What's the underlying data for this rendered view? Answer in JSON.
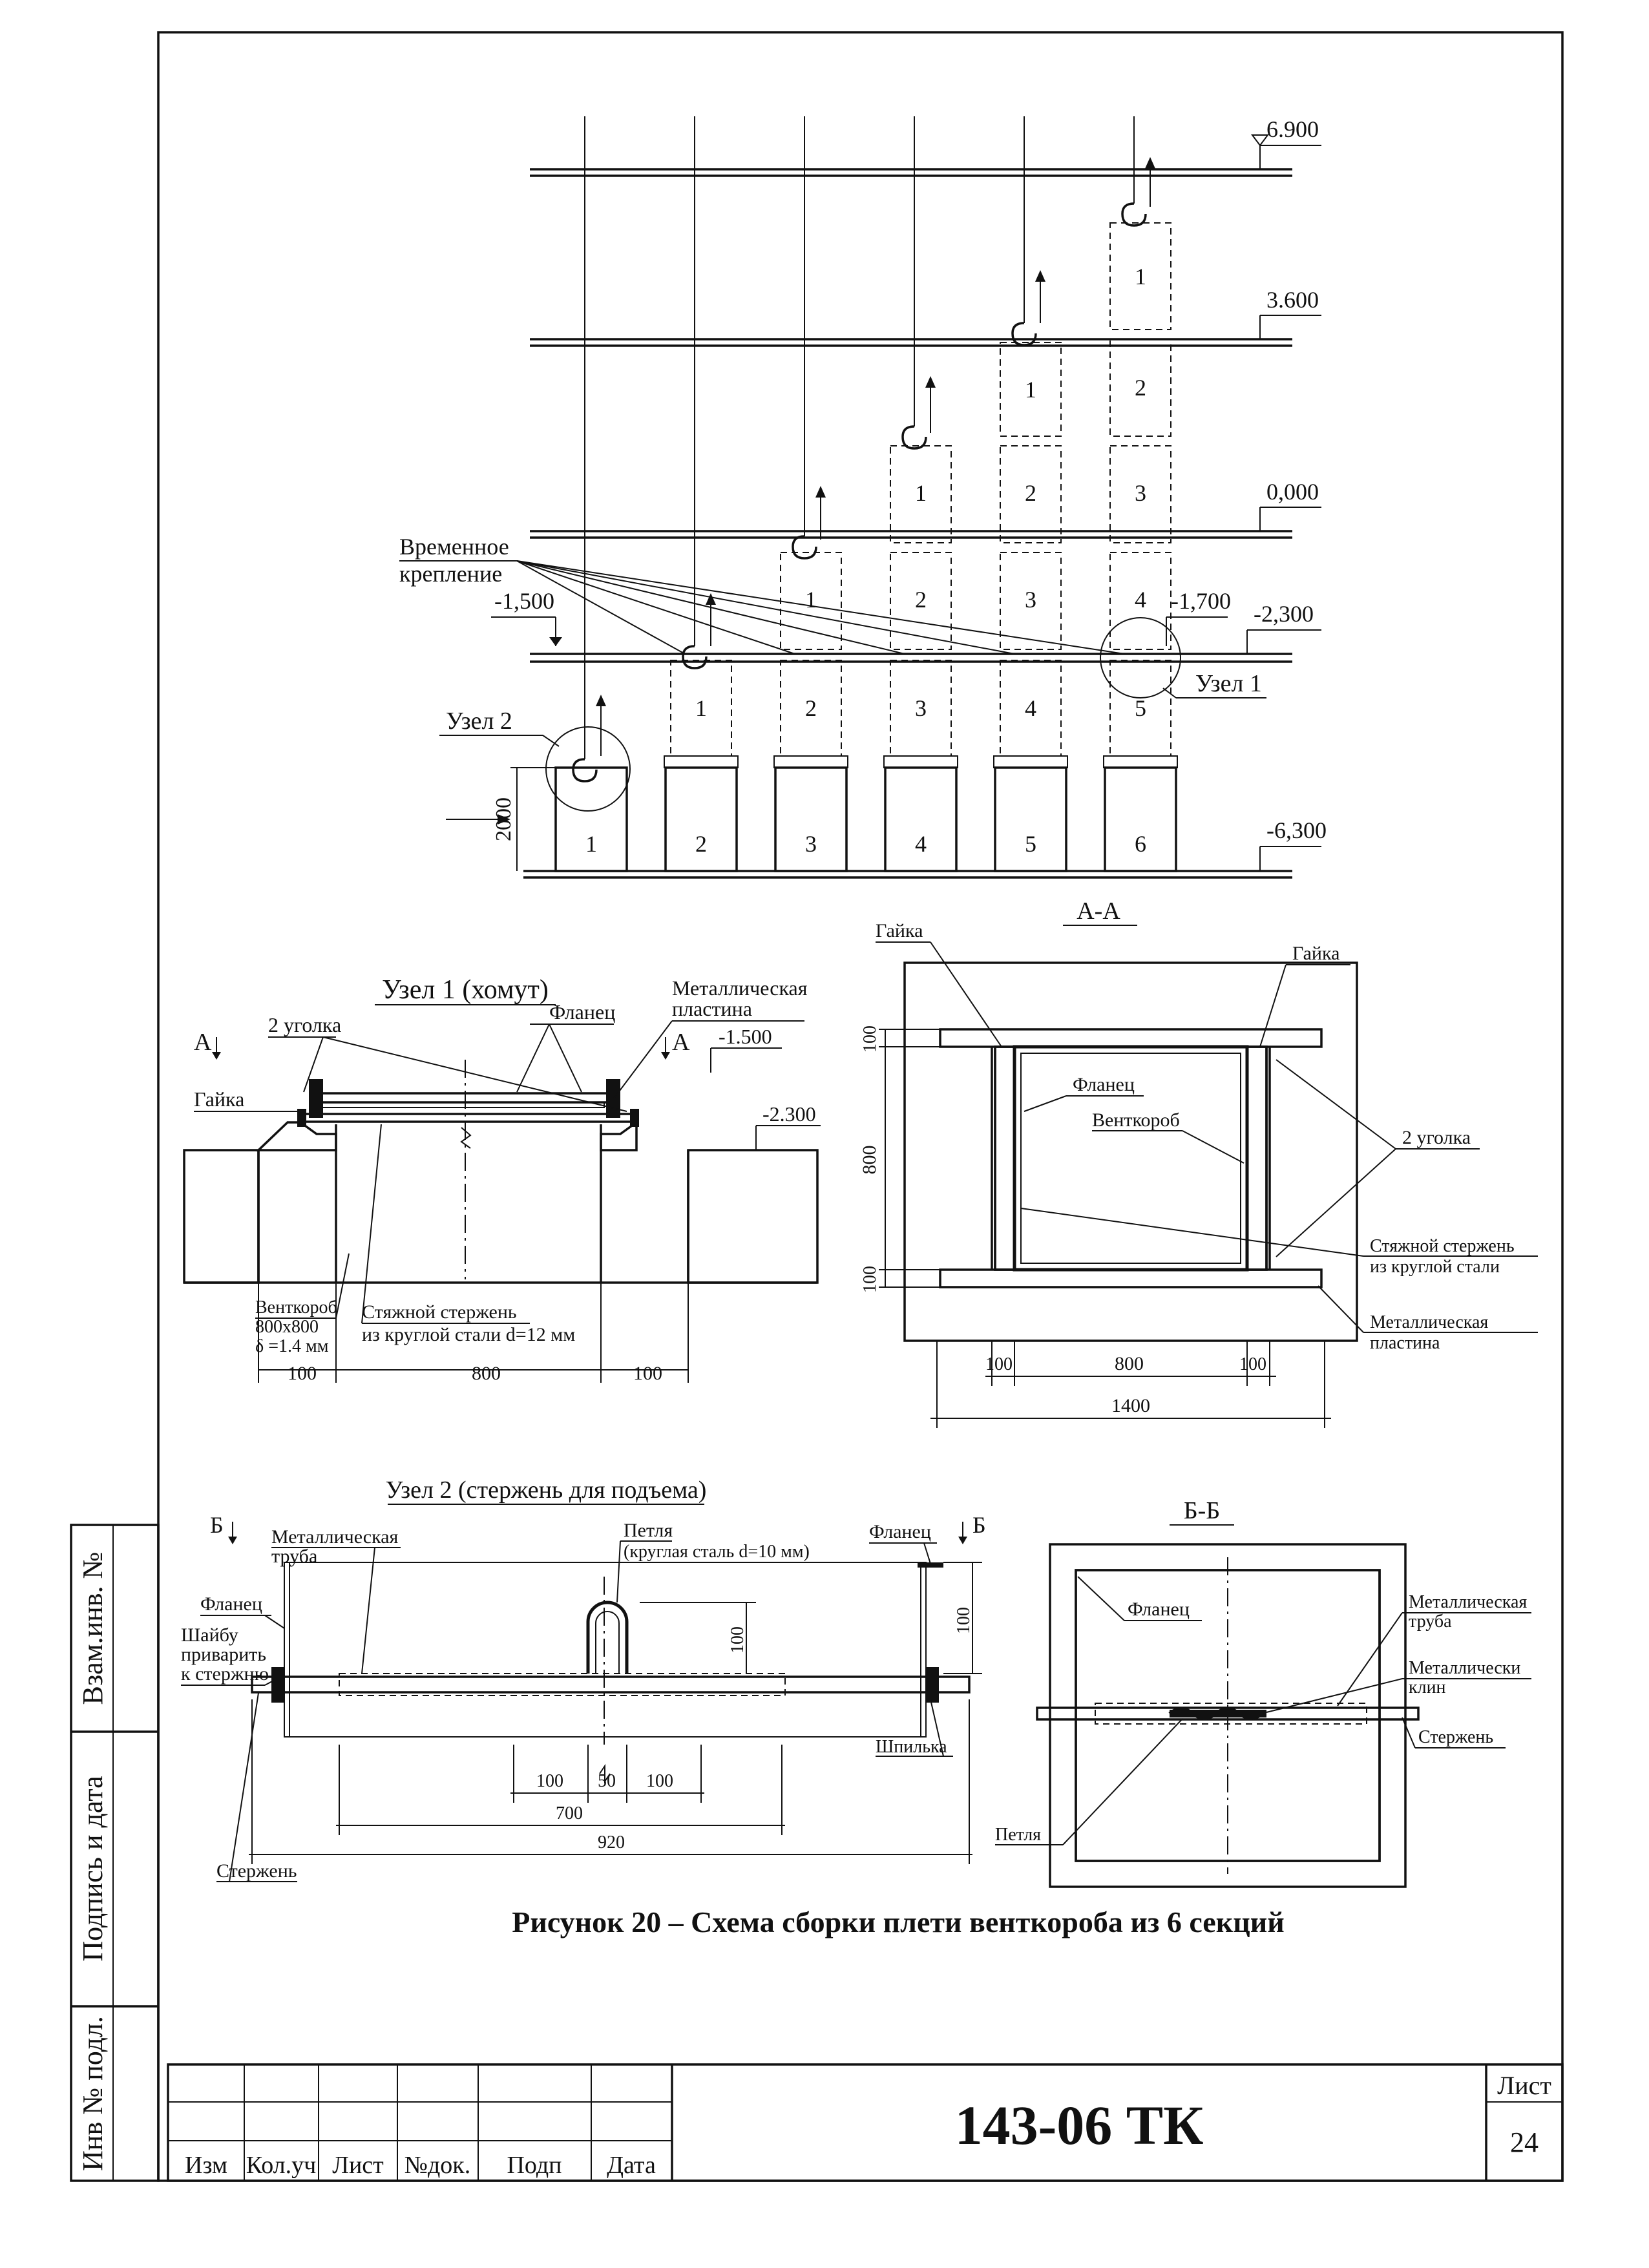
{
  "main_view": {
    "levels": [
      "6.900",
      "3.600",
      "0,000",
      "-2,300",
      "-6,300",
      "-1,500",
      "-1,700"
    ],
    "temp_fix_label": [
      "Временное",
      "крепление"
    ],
    "node2_label": "Узел 2",
    "node1_label": "Узел 1",
    "dim_2000": "2000",
    "columns": [
      {
        "base": "1",
        "sections": []
      },
      {
        "base": "2",
        "sections": [
          "1"
        ]
      },
      {
        "base": "3",
        "sections": [
          "2",
          "1"
        ]
      },
      {
        "base": "4",
        "sections": [
          "3",
          "2",
          "1"
        ]
      },
      {
        "base": "5",
        "sections": [
          "4",
          "3",
          "2",
          "1"
        ]
      },
      {
        "base": "6",
        "sections": [
          "5",
          "4",
          "3",
          "2",
          "1"
        ]
      }
    ]
  },
  "node1": {
    "title": "Узел 1 (хомут)",
    "cut_mark": "А",
    "labels": {
      "angles": "2 уголка",
      "flange": "Фланец",
      "plate": [
        "Металлическая",
        "пластина"
      ],
      "nut": "Гайка",
      "duct": [
        "Венткороб",
        "800х800",
        "δ =1.4 мм"
      ],
      "rod": [
        "Стяжной стержень",
        "из круглой стали d=12 мм"
      ],
      "level_top": "-1.500",
      "level_bottom": "-2.300"
    },
    "dims": [
      "100",
      "800",
      "100"
    ]
  },
  "section_aa": {
    "title": "А-А",
    "labels": {
      "nut_left": "Гайка",
      "nut_right": "Гайка",
      "flange": "Фланец",
      "duct": "Венткороб",
      "angles": "2 уголка",
      "rod": [
        "Стяжной стержень",
        "из круглой стали"
      ],
      "plate": [
        "Металлическая",
        "пластина"
      ]
    },
    "dims_vertical": [
      "100",
      "800",
      "100"
    ],
    "dims_horizontal": [
      "100",
      "800",
      "100"
    ],
    "dim_total": "1400"
  },
  "node2": {
    "title": "Узел 2 (стержень для подъема)",
    "cut_mark": "Б",
    "labels": {
      "pipe": [
        "Металлическая",
        "труба"
      ],
      "loop": [
        "Петля",
        "(круглая сталь d=10 мм)"
      ],
      "flange_left": "Фланец",
      "flange_right": "Фланец",
      "washer": [
        "Шайбу",
        "приварить",
        "к стержню"
      ],
      "pin": "Шпилька",
      "rod": "Стержень"
    },
    "dims": [
      "100",
      "100",
      "100",
      "50",
      "100",
      "700",
      "920"
    ]
  },
  "section_bb": {
    "title": "Б-Б",
    "labels": {
      "flange": "Фланец",
      "pipe": [
        "Металлическая",
        "труба"
      ],
      "wedge": [
        "Металлически",
        "клин"
      ],
      "rod": "Стержень",
      "loop": "Петля"
    }
  },
  "caption": "Рисунок 20 – Схема сборки плети венткороба из 6 секций",
  "side_stamp": [
    "Взам.инв. №",
    "Подпись и дата",
    "Инв № подл."
  ],
  "title_block": {
    "doc_code": "143-06 ТК",
    "sheet_label": "Лист",
    "sheet_number": "24",
    "columns": [
      "Изм",
      "Кол.уч",
      "Лист",
      "№док.",
      "Подп",
      "Дата"
    ]
  }
}
